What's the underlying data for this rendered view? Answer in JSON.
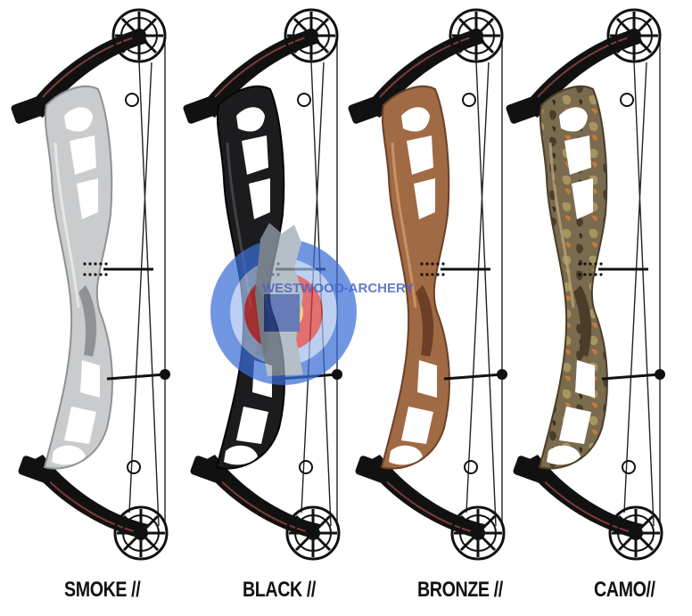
{
  "variants": [
    {
      "label": "SMOKE //",
      "riser_color": "#c9cbcc",
      "riser_shadow": "#8e9294",
      "riser_highlight": "#eceeee"
    },
    {
      "label": "BLACK //",
      "riser_color": "#1c1c1e",
      "riser_shadow": "#050506",
      "riser_highlight": "#4a4c50"
    },
    {
      "label": "BRONZE //",
      "riser_color": "#a06a44",
      "riser_shadow": "#6b4026",
      "riser_highlight": "#d39a6c"
    },
    {
      "label": "CAMO//",
      "riser_color": "#7a6a4e",
      "riser_shadow": "#4a3d2a",
      "riser_highlight": "#b8a47c"
    }
  ],
  "watermark": {
    "text": "WESTWOOD-ARCHERY",
    "ring_colors": [
      "#3a6fd8",
      "#d83a3a",
      "#e8c63a"
    ]
  },
  "colors": {
    "background": "#ffffff",
    "hardware": "#111111",
    "label_text": "#111111"
  }
}
